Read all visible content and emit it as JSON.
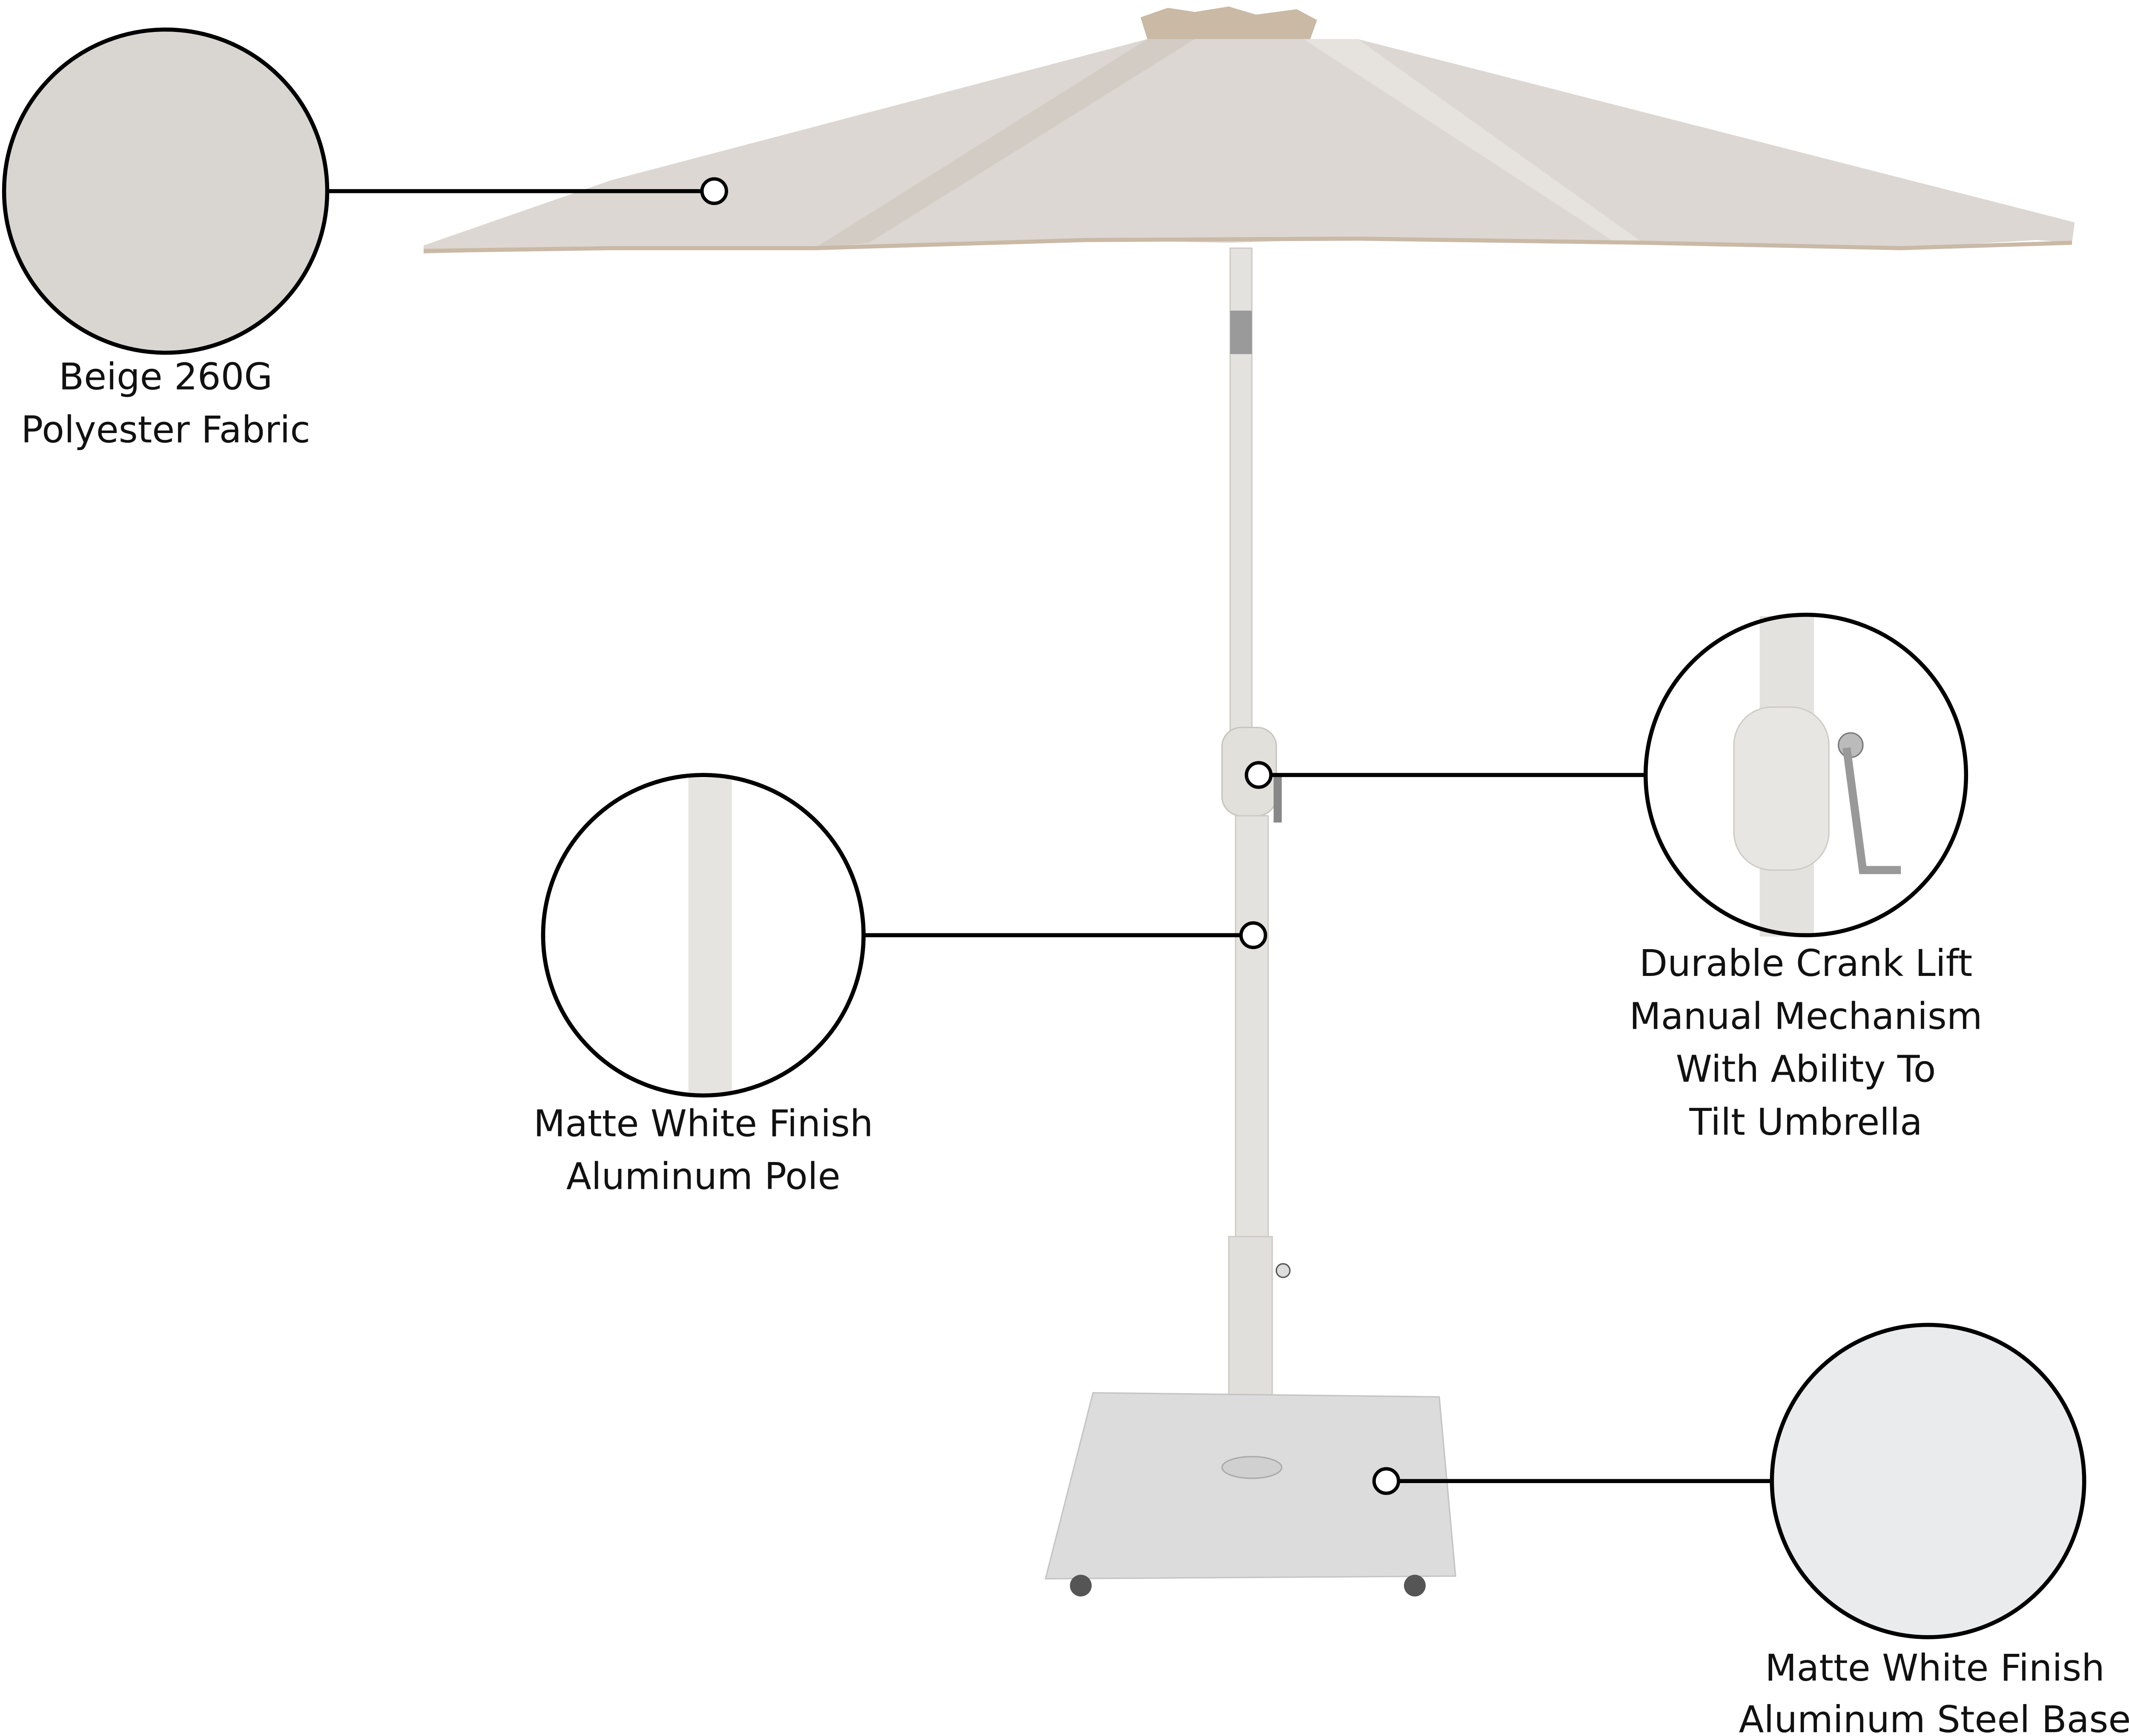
{
  "colors": {
    "canopy": "#dcd7d2",
    "canopy_shadow": "#cdc6be",
    "canopy_hem": "#c9b9a5",
    "pole": "#e4e2de",
    "base": "#dcdcdc",
    "line": "#000000"
  },
  "callouts": [
    {
      "id": "fabric",
      "lines": [
        "Beige 260G",
        "Polyester Fabric"
      ]
    },
    {
      "id": "pole",
      "lines": [
        "Matte White Finish",
        "Aluminum Pole"
      ]
    },
    {
      "id": "crank",
      "lines": [
        "Durable Crank Lift",
        "Manual Mechanism",
        "With Ability To",
        "Tilt Umbrella"
      ]
    },
    {
      "id": "base",
      "lines": [
        "Matte White Finish",
        "Aluminum Steel Base"
      ]
    }
  ]
}
